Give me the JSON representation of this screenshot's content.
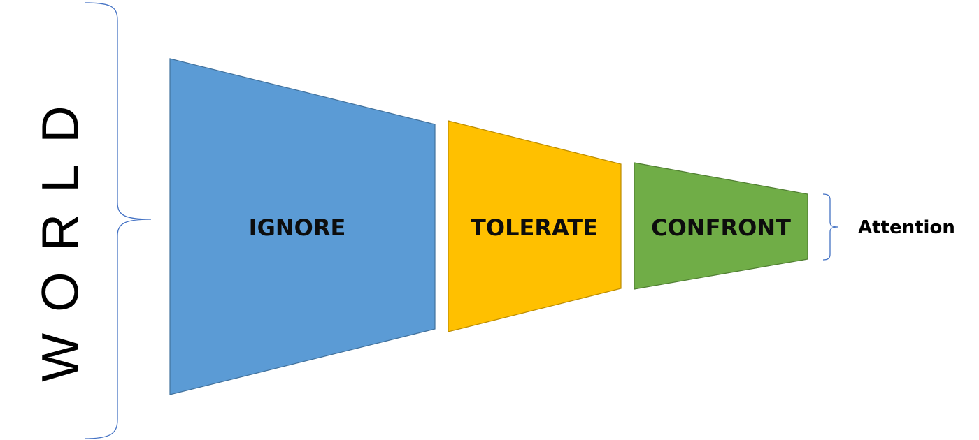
{
  "world_label": "WORLD",
  "stages": [
    {
      "id": "ignore",
      "label": "IGNORE",
      "color": "#5b9bd5",
      "stroke": "#41719c"
    },
    {
      "id": "tolerate",
      "label": "TOLERATE",
      "color": "#ffc000",
      "stroke": "#bc8c00"
    },
    {
      "id": "confront",
      "label": "CONFRONT",
      "color": "#70ad47",
      "stroke": "#507e32"
    }
  ],
  "attention_label": "Attention",
  "brace_color": "#4472c4"
}
